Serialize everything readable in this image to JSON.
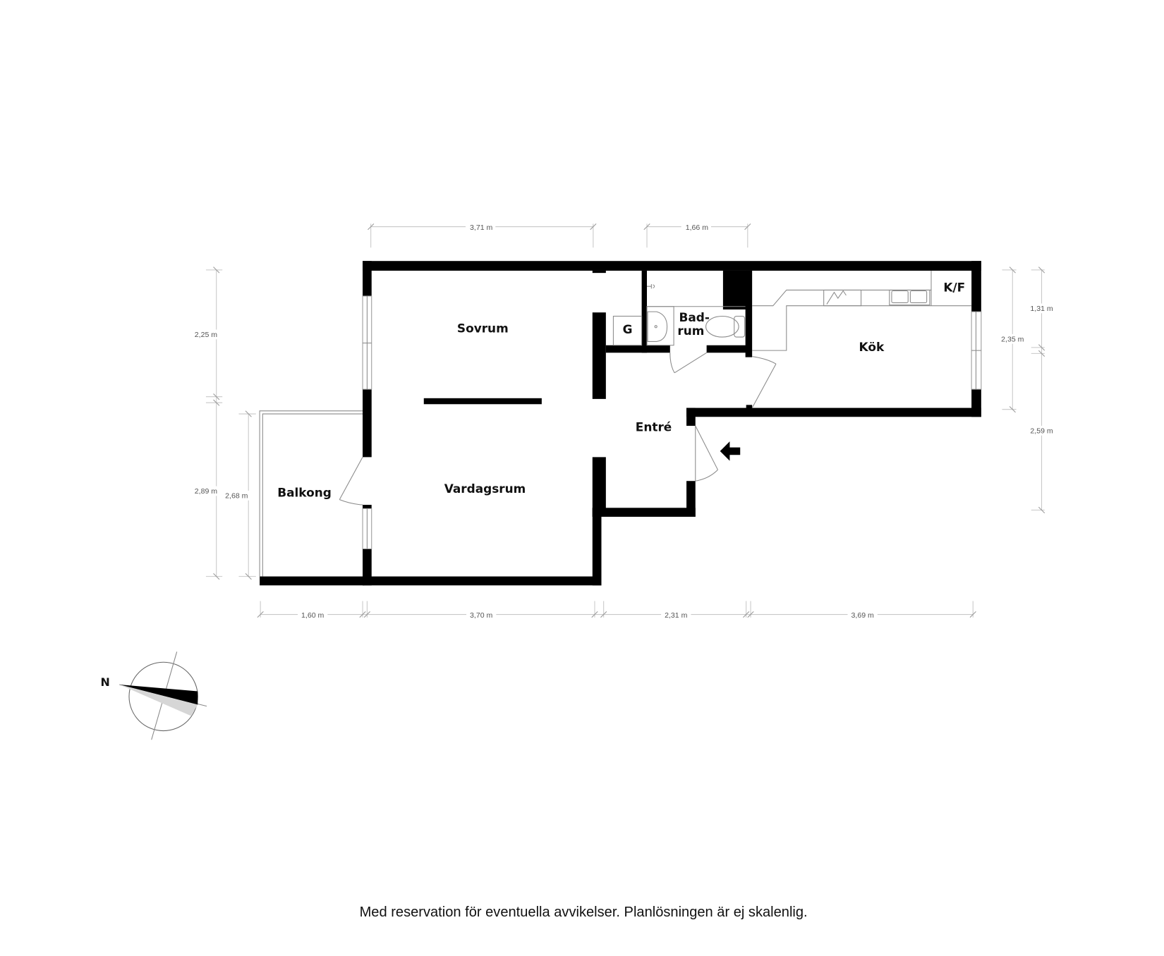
{
  "rooms": {
    "sovrum": "Sovrum",
    "vardagsrum": "Vardagsrum",
    "balkong": "Balkong",
    "entre": "Entré",
    "kok": "Kök",
    "badrum_line1": "Bad-",
    "badrum_line2": "rum",
    "garderob": "G",
    "kyl_frys": "K/F"
  },
  "dimensions": {
    "top_left": "3,71 m",
    "top_right": "1,66 m",
    "left_upper": "2,25 m",
    "left_lower": "2,89 m",
    "balcony_height": "2,68 m",
    "bottom_balcony": "1,60 m",
    "bottom_living": "3,70 m",
    "bottom_entry": "2,31 m",
    "bottom_kitchen": "3,69 m",
    "right_kitchen": "2,35 m",
    "right_upper": "1,31 m",
    "right_lower": "2,59 m"
  },
  "compass": {
    "north_label": "N"
  },
  "caption": "Med reservation för eventuella avvikelser. Planlösningen är ej skalenlig."
}
